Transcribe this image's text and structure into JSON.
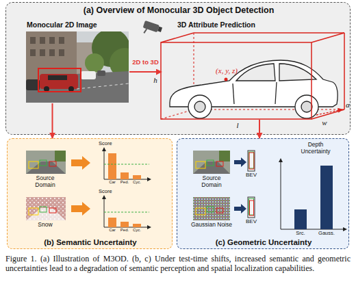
{
  "diagram": {
    "caption": "Figure 1. (a) Illustration of M3OD. (b, c) Under test-time shifts, increased semantic and geometric uncertainties lead to a degradation of semantic perception and spatial localization capabilities.",
    "nodes": [
      {
        "text": [
          "(a) Overview of Monocular 3D Object Detection"
        ]
      },
      {
        "text": [
          "Monocular 2D Image"
        ],
        "in": 0
      },
      {
        "text": [
          "3D Attribute Prediction",
          "(x, y, z)",
          "h",
          "l",
          "w",
          "α"
        ],
        "in": 0
      },
      {
        "text": [
          "(b) Semantic Uncertainty"
        ]
      },
      {
        "text": [
          "(c) Geometric Uncertainty"
        ]
      }
    ],
    "edges": [
      {
        "from": 1,
        "to": 2,
        "label": "2D to 3D",
        "arrow": "to"
      },
      {
        "from": 1,
        "to": 3,
        "arrow": "to"
      },
      {
        "from": 2,
        "to": 4,
        "arrow": "to"
      }
    ],
    "labels": [
      "Source Domain",
      "Snow",
      "Score",
      "Car",
      "Ped.",
      "Cyc.",
      "Score",
      "Car",
      "Ped.",
      "Cyc.",
      "Source Domain",
      "Gaussian Noise",
      "BEV",
      "BEV",
      "Depth Uncertainty",
      "Src.",
      "Gauss."
    ]
  }
}
